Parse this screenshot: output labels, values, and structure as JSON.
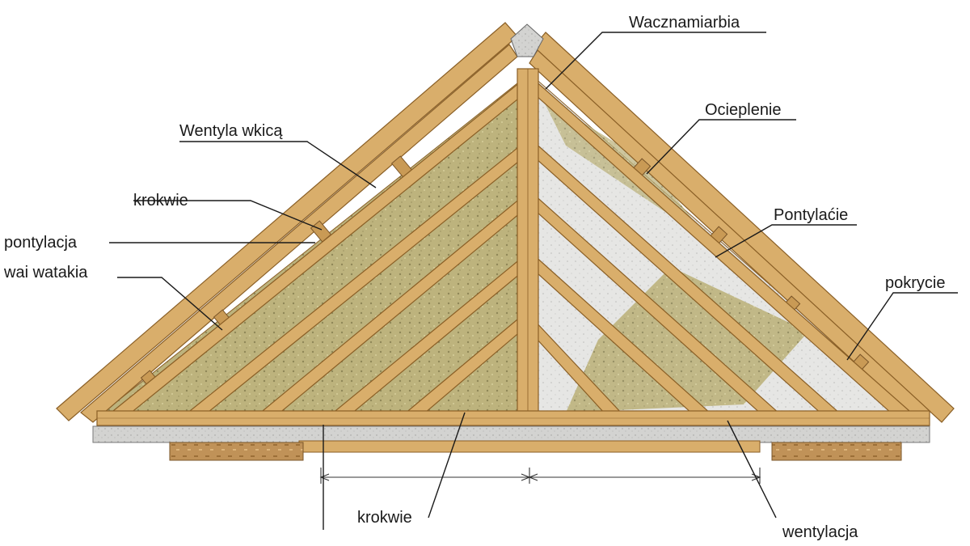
{
  "labels": {
    "top_right": "Wacznamiarbia",
    "ocieplenie": "Ocieplenie",
    "wentyla_wkica": "Wentyla wkicą",
    "krokwie_upper": "krokwie",
    "pontylacja": "pontylacja",
    "wai_watakia": "wai watakia",
    "pontylacie": "Pontylaćie",
    "pokrycie": "pokrycie",
    "krokwie_bottom": "krokwie",
    "wentylacja": "wentylacja"
  },
  "colors": {
    "timber": "#d9ae6b",
    "timber_edge": "#8a5f26",
    "insulation": "#b8b07a",
    "membrane": "#e4e4e2",
    "osb": "#b98c55",
    "concrete": "#cfcfcf",
    "ink": "#1a1a1a"
  }
}
